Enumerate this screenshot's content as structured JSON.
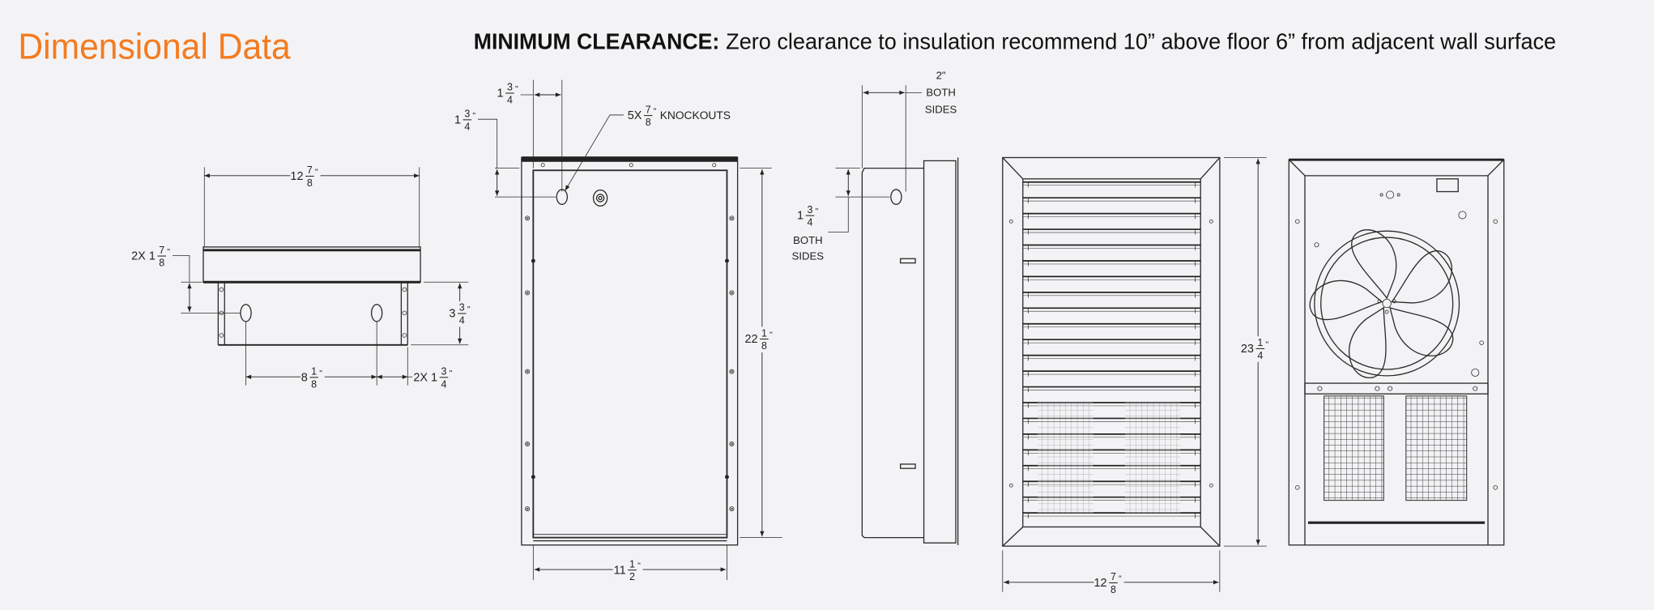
{
  "title": "Dimensional Data",
  "clearance": {
    "label": "MINIMUM CLEARANCE:",
    "text": "Zero clearance to insulation recommend 10” above floor 6” from adjacent wall surface"
  },
  "dims": {
    "top_width": {
      "whole": "12",
      "num": "7",
      "den": "8",
      "unit": "\""
    },
    "mount_offset": {
      "whole": "2X 1",
      "num": "7",
      "den": "8",
      "unit": "\""
    },
    "bracket_height": {
      "whole": "3",
      "num": "3",
      "den": "4",
      "unit": "\""
    },
    "knockout_spacing": {
      "whole": "8",
      "num": "1",
      "den": "8",
      "unit": "\""
    },
    "edge_offset": {
      "whole": "2X 1",
      "num": "3",
      "den": "4",
      "unit": "\""
    },
    "box_horizontal_offset": {
      "whole": "1",
      "num": "3",
      "den": "4",
      "unit": "\""
    },
    "box_vertical_offset": {
      "whole": "1",
      "num": "3",
      "den": "4",
      "unit": "\""
    },
    "knockouts": {
      "whole": "5X",
      "num": "7",
      "den": "8",
      "unit": "\"",
      "suffix": "KNOCKOUTS"
    },
    "box_height": {
      "whole": "22",
      "num": "1",
      "den": "8",
      "unit": "\""
    },
    "box_width": {
      "whole": "11",
      "num": "1",
      "den": "2",
      "unit": "\""
    },
    "side_offset": {
      "whole": "1",
      "num": "3",
      "den": "4",
      "unit": "\""
    },
    "grille_height": {
      "whole": "23",
      "num": "1",
      "den": "4",
      "unit": "\""
    },
    "grille_width": {
      "whole": "12",
      "num": "7",
      "den": "8",
      "unit": "\""
    }
  },
  "side_depth": {
    "value": "2\"",
    "line1": "BOTH",
    "line2": "SIDES"
  },
  "side_offset_note": {
    "line1": "BOTH",
    "line2": "SIDES"
  },
  "colors": {
    "title": "#f47b20",
    "background": "#f3f3f5",
    "line": "#2b2b2b"
  }
}
